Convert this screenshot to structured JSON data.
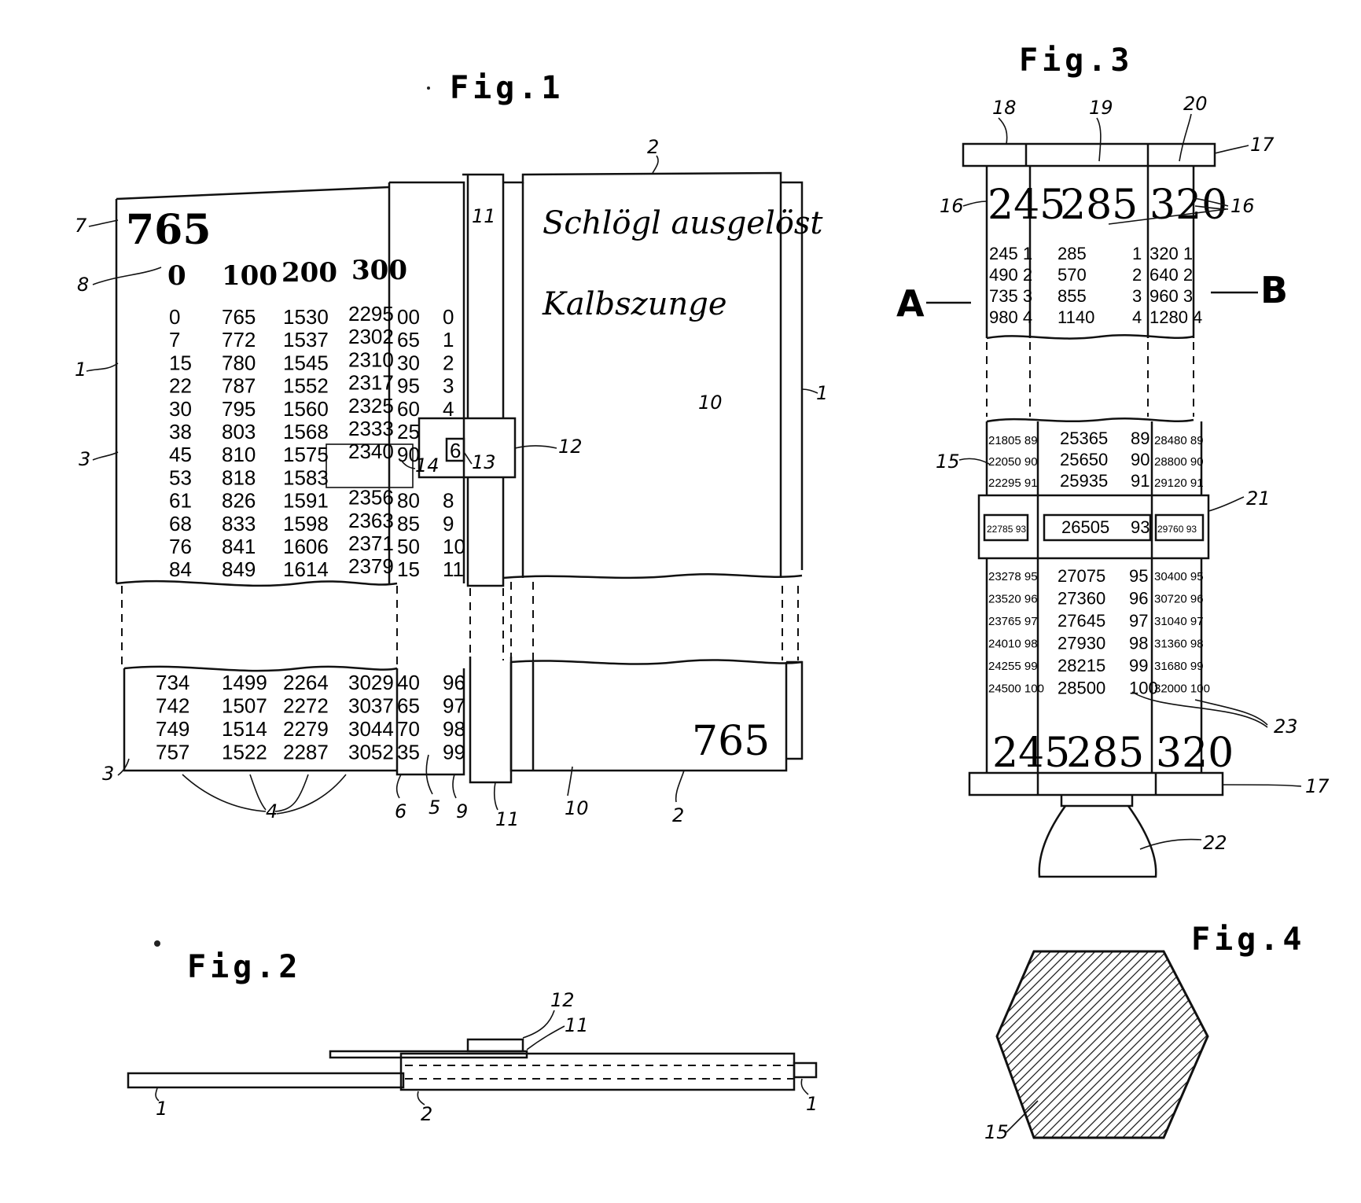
{
  "figures": {
    "fig1": "Fig.1",
    "fig2": "Fig.2",
    "fig3": "Fig.3",
    "fig4": "Fig.4"
  },
  "fig1": {
    "card_number_top": "765",
    "card_number_bottom": "765",
    "headers": [
      "0",
      "100",
      "200",
      "300"
    ],
    "rows_top": [
      [
        "0",
        "765",
        "1530",
        "2295",
        "00",
        "0"
      ],
      [
        "7",
        "772",
        "1537",
        "2302",
        "65",
        "1"
      ],
      [
        "15",
        "780",
        "1545",
        "2310",
        "30",
        "2"
      ],
      [
        "22",
        "787",
        "1552",
        "2317",
        "95",
        "3"
      ],
      [
        "30",
        "795",
        "1560",
        "2325",
        "60",
        "4"
      ],
      [
        "38",
        "803",
        "1568",
        "2333",
        "25",
        ""
      ],
      [
        "45",
        "810",
        "1575",
        "2340",
        "90",
        ""
      ],
      [
        "53",
        "818",
        "1583",
        "",
        "",
        ""
      ],
      [
        "61",
        "826",
        "1591",
        "2356",
        "80",
        "8"
      ],
      [
        "68",
        "833",
        "1598",
        "2363",
        "85",
        "9"
      ],
      [
        "76",
        "841",
        "1606",
        "2371",
        "50",
        "10"
      ],
      [
        "84",
        "849",
        "1614",
        "2379",
        "15",
        "11"
      ]
    ],
    "rows_bottom": [
      [
        "734",
        "1499",
        "2264",
        "3029",
        "40",
        "96"
      ],
      [
        "742",
        "1507",
        "2272",
        "3037",
        "65",
        "97"
      ],
      [
        "749",
        "1514",
        "2279",
        "3044",
        "70",
        "98"
      ],
      [
        "757",
        "1522",
        "2287",
        "3052",
        "35",
        "99"
      ]
    ],
    "window_value": "6",
    "text_line_1": "Schlögl ausgelöst",
    "text_line_2": "Kalbszunge",
    "refs": {
      "r7": "7",
      "r8": "8",
      "r1_left": "1",
      "r3_mid": "3",
      "r3_bottom": "3",
      "r2_top": "2",
      "r11_top": "11",
      "r10_mid": "10",
      "r1_right": "1",
      "r12": "12",
      "r13": "13",
      "r14": "14",
      "r4": "4",
      "r6": "6",
      "r5": "5",
      "r9": "9",
      "r11_bottom": "11",
      "r10_bottom": "10",
      "r2_bottom": "2"
    }
  },
  "fig2": {
    "refs": {
      "r12": "12",
      "r11": "11",
      "r1_left": "1",
      "r2": "2",
      "r1_right": "1"
    }
  },
  "fig3": {
    "heads": [
      "245",
      "285",
      "320"
    ],
    "feet": [
      "245",
      "285",
      "320"
    ],
    "left_top": [
      "245 1",
      "490 2",
      "735 3",
      "980 4"
    ],
    "mid_top": [
      "285",
      "570",
      "855",
      "1140"
    ],
    "mid_top_idx": [
      "1",
      "2",
      "3",
      "4"
    ],
    "right_top": [
      "320 1",
      "640 2",
      "960 3",
      "1280 4"
    ],
    "left_mid": [
      "21805 89",
      "22050 90",
      "22295 91"
    ],
    "mid_mid": [
      "25365",
      "25650",
      "25935"
    ],
    "mid_mid_idx": [
      "89",
      "90",
      "91"
    ],
    "right_mid": [
      "28480 89",
      "28800 90",
      "29120 91"
    ],
    "slider_left": "22785 93",
    "slider_mid": "26505",
    "slider_mid_idx": "93",
    "slider_right": "29760 93",
    "left_low": [
      "23278 95",
      "23520 96",
      "23765 97",
      "24010 98",
      "24255 99",
      "24500 100"
    ],
    "mid_low": [
      "27075",
      "27360",
      "27645",
      "27930",
      "28215",
      "28500"
    ],
    "mid_low_idx": [
      "95",
      "96",
      "97",
      "98",
      "99",
      "100"
    ],
    "right_low": [
      "30400 95",
      "30720 96",
      "31040 97",
      "31360 98",
      "31680 99",
      "32000 100"
    ],
    "label_a": "A",
    "label_b": "B",
    "refs": {
      "r18": "18",
      "r19": "19",
      "r20": "20",
      "r17_top": "17",
      "r16_left": "16",
      "r16_right": "16",
      "r15": "15",
      "r21": "21",
      "r23": "23",
      "r17_bottom": "17",
      "r22": "22"
    }
  },
  "fig4": {
    "refs": {
      "r15": "15"
    }
  }
}
